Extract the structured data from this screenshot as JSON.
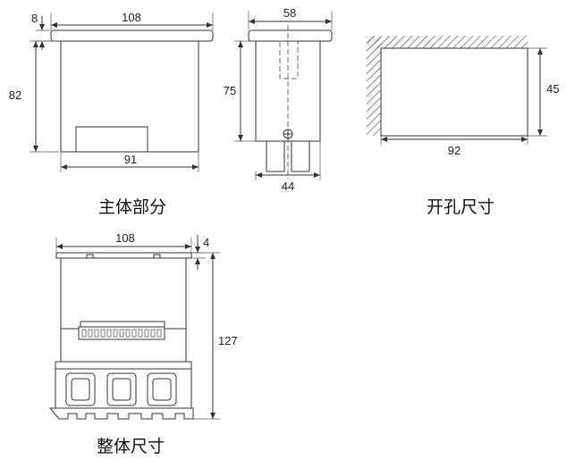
{
  "views": {
    "main_body": {
      "caption": "主体部分",
      "dims": {
        "flange_thickness": "8",
        "width_top": "108",
        "height": "82",
        "width_bottom": "91"
      }
    },
    "side": {
      "dims": {
        "width_top": "58",
        "height": "75",
        "width_bottom": "44"
      }
    },
    "cutout": {
      "caption": "开孔尺寸",
      "dims": {
        "height": "45",
        "width": "92"
      }
    },
    "overall": {
      "caption": "整体尺寸",
      "dims": {
        "width_top": "108",
        "flange_thickness": "4",
        "height": "127"
      }
    }
  },
  "colors": {
    "line": "#333333",
    "background": "#ffffff",
    "text": "#222222"
  }
}
